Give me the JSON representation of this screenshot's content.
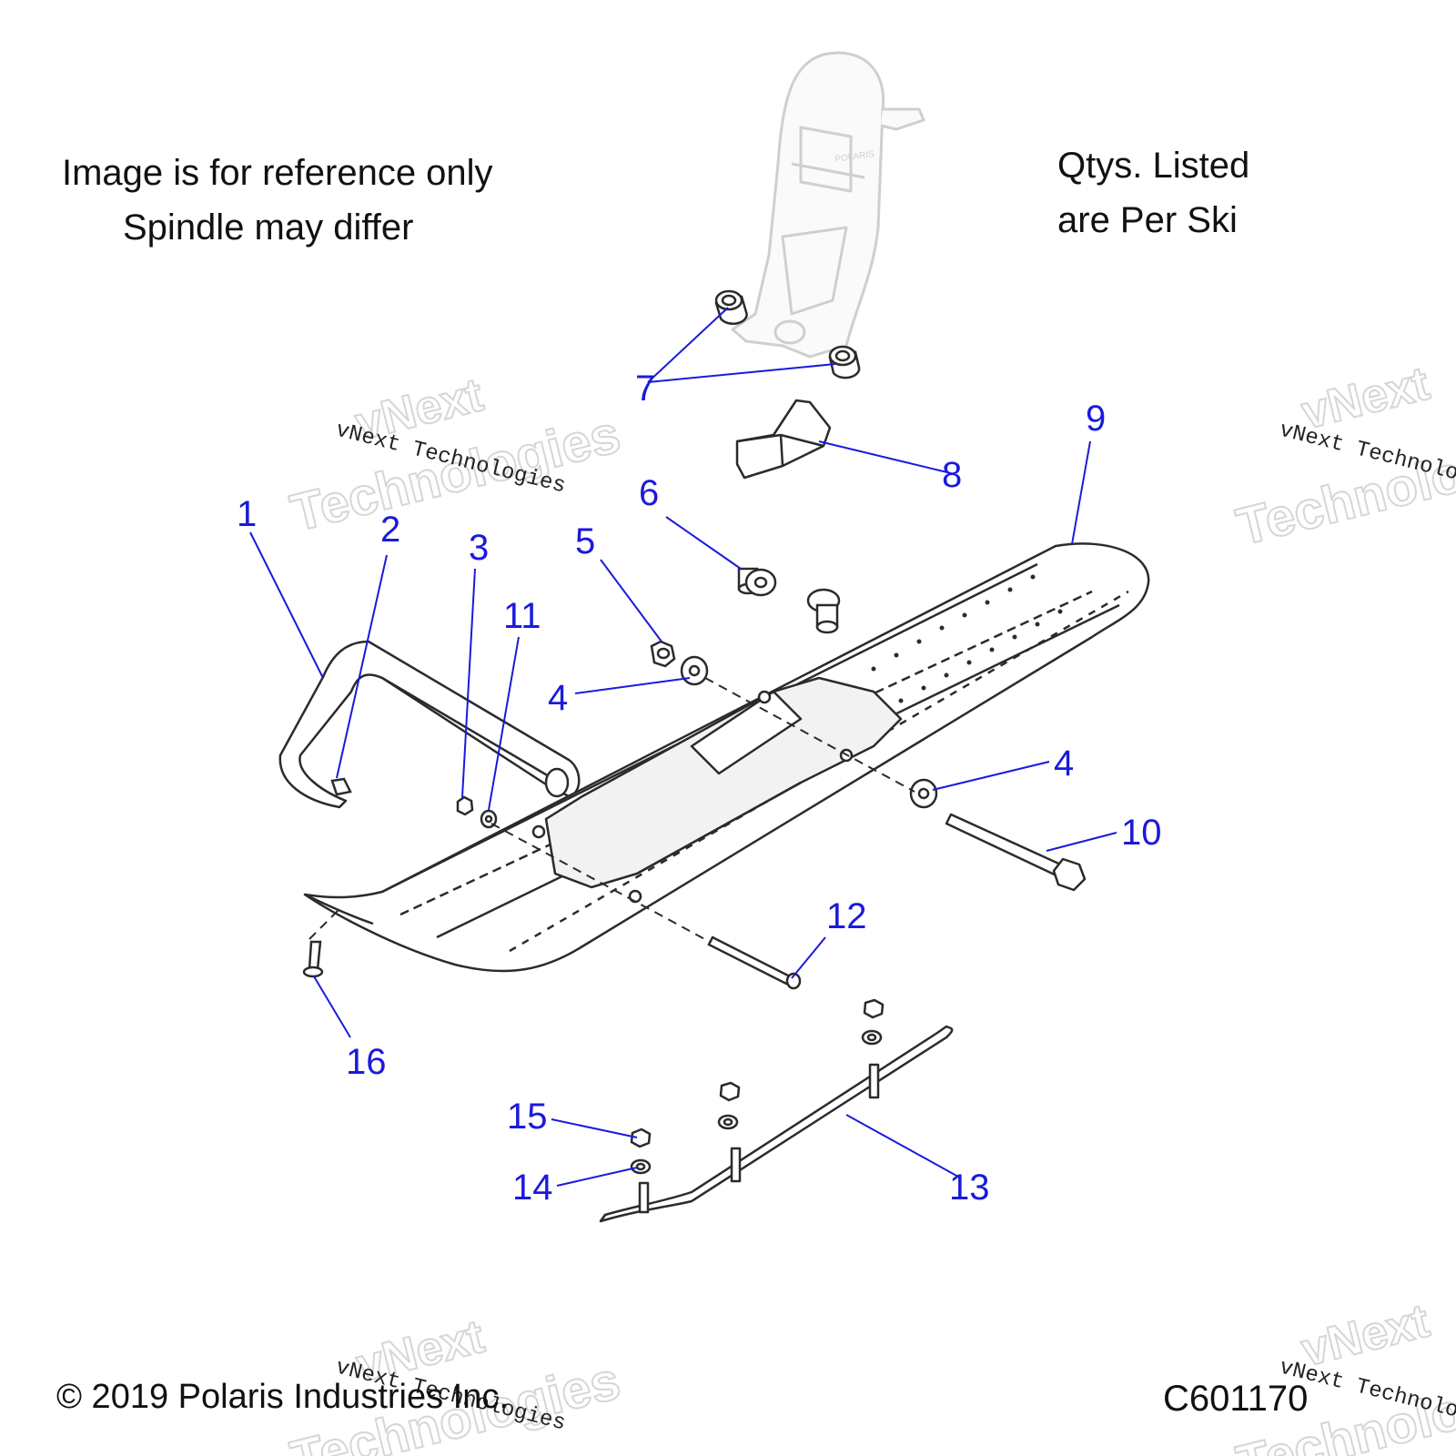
{
  "notes": {
    "reference_line1": "Image is for reference only",
    "reference_line2": "Spindle may differ",
    "qty_line1": "Qtys. Listed",
    "qty_line2": "are Per Ski"
  },
  "footer": {
    "copyright": "© 2019 Polaris Industries Inc.",
    "diagram_code": "C601170"
  },
  "watermarks": {
    "small_text": "vNext Technologies",
    "big_line1": "vNext",
    "big_line2": "Technologies"
  },
  "callouts": [
    {
      "number": "1"
    },
    {
      "number": "2"
    },
    {
      "number": "3"
    },
    {
      "number": "11"
    },
    {
      "number": "5"
    },
    {
      "number": "6"
    },
    {
      "number": "7"
    },
    {
      "number": "8"
    },
    {
      "number": "9"
    },
    {
      "number": "4"
    },
    {
      "number": "4"
    },
    {
      "number": "10"
    },
    {
      "number": "12"
    },
    {
      "number": "16"
    },
    {
      "number": "15"
    },
    {
      "number": "14"
    },
    {
      "number": "13"
    }
  ],
  "colors": {
    "callout": "#1a1adb",
    "line": "#1a1adb",
    "part_stroke": "#2b2b2b",
    "watermark": "#d9d9d9"
  }
}
